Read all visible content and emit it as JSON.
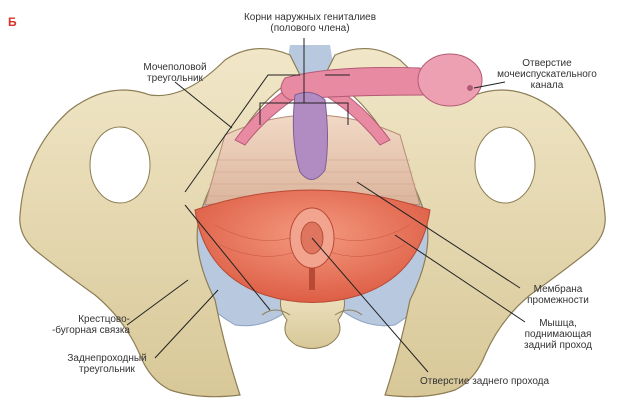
{
  "panel_letter": "Б",
  "colors": {
    "panel_letter": "#d9342b",
    "bone": "#e9dcb6",
    "ligament": "#b7c8df",
    "membrane": "#e7c7b5",
    "levator": "#e8745a",
    "penis": "#e98aa3",
    "bulb": "#b18cc3",
    "leader": "#222222"
  },
  "labels": {
    "genital_roots": "Корни наружных гениталиев\n(полового члена)",
    "urogenital_triangle": "Мочеполовой\nтреугольник",
    "urethral_opening": "Отверстие\nмочеиспускательного\nканала",
    "perineal_membrane": "Мембрана\nпромежности",
    "levator_ani": "Мышца,\nподнимающая\nзадний проход",
    "sacrotuberous_ligament": "Крестцово-\n-бугорная связка",
    "anal_triangle": "Заднепроходный\nтреугольник",
    "anal_opening": "Отверстие заднего прохода"
  }
}
